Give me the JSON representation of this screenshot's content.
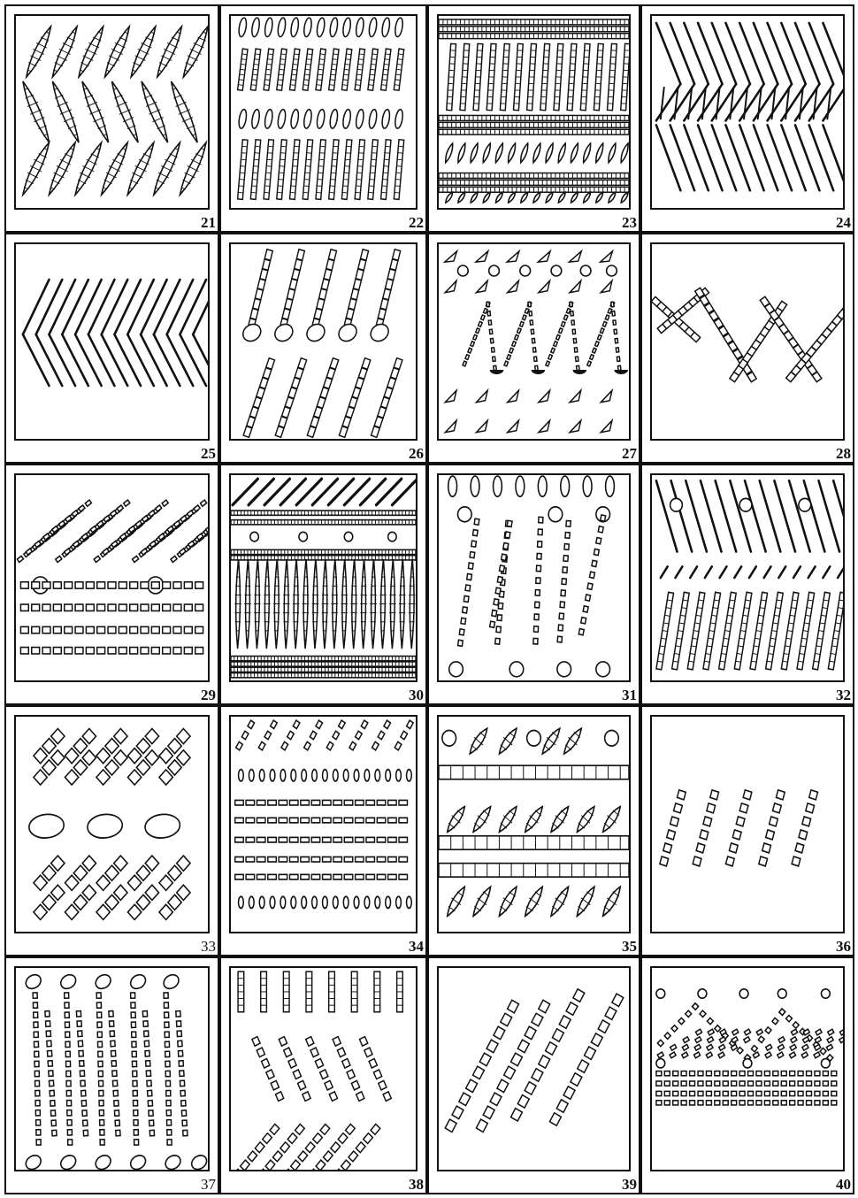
{
  "panels": [
    {
      "number": "21",
      "pattern": "herringbone-rows-of-segmented-spindles"
    },
    {
      "number": "22",
      "pattern": "alternating-short-and-long-vertical-rods"
    },
    {
      "number": "23",
      "pattern": "horizontal-bands-with-slanted-rods"
    },
    {
      "number": "24",
      "pattern": "double-chevron-lines"
    },
    {
      "number": "25",
      "pattern": "single-chevron-lines"
    },
    {
      "number": "26",
      "pattern": "slanted-box-chains-with-ovals"
    },
    {
      "number": "27",
      "pattern": "triangles-and-fountain-strands"
    },
    {
      "number": "28",
      "pattern": "crossing-box-chains"
    },
    {
      "number": "29",
      "pattern": "diagonal-dashes-over-box-rows"
    },
    {
      "number": "30",
      "pattern": "slanted-lines-over-banded-spindles"
    },
    {
      "number": "31",
      "pattern": "ovals-and-zigzag-box-chains"
    },
    {
      "number": "32",
      "pattern": "slanted-lines-circles-and-rods"
    },
    {
      "number": "33",
      "pattern": "capsule-pairs-and-large-ovals"
    },
    {
      "number": "34",
      "pattern": "dash-rows-and-box-rows"
    },
    {
      "number": "35",
      "pattern": "circles-capsules-and-box-bands"
    },
    {
      "number": "36",
      "pattern": "five-slanted-box-chains"
    },
    {
      "number": "37",
      "pattern": "ovals-and-vertical-box-chains"
    },
    {
      "number": "38",
      "pattern": "segmented-rods-and-chevron-capsules"
    },
    {
      "number": "39",
      "pattern": "four-long-diagonal-box-chains"
    },
    {
      "number": "40",
      "pattern": "triangles-over-box-rows"
    }
  ],
  "light_number_panels": [
    "33",
    "37"
  ]
}
